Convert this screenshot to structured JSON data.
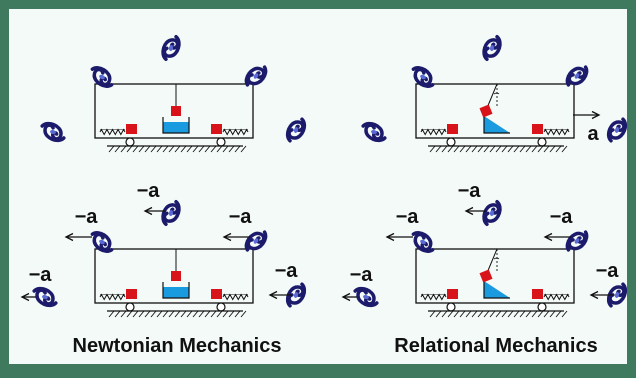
{
  "colors": {
    "frame": "#3f7a5e",
    "panel": "#f4faf7",
    "ink": "#111111",
    "body_red": "#d8141a",
    "water": "#1a9be0",
    "star_navy": "#1c1a6b",
    "star_highlight": "#5b6bd4"
  },
  "icons": {
    "star": "spiral-galaxy-icon",
    "block": "red-block-icon",
    "spring": "spring-icon",
    "wheel": "wheel-icon",
    "arrow": "arrow-icon"
  },
  "labels": {
    "accel": "a",
    "neg_accel": "−a"
  },
  "captions": {
    "left": "Newtonian Mechanics",
    "right": "Relational Mechanics"
  }
}
